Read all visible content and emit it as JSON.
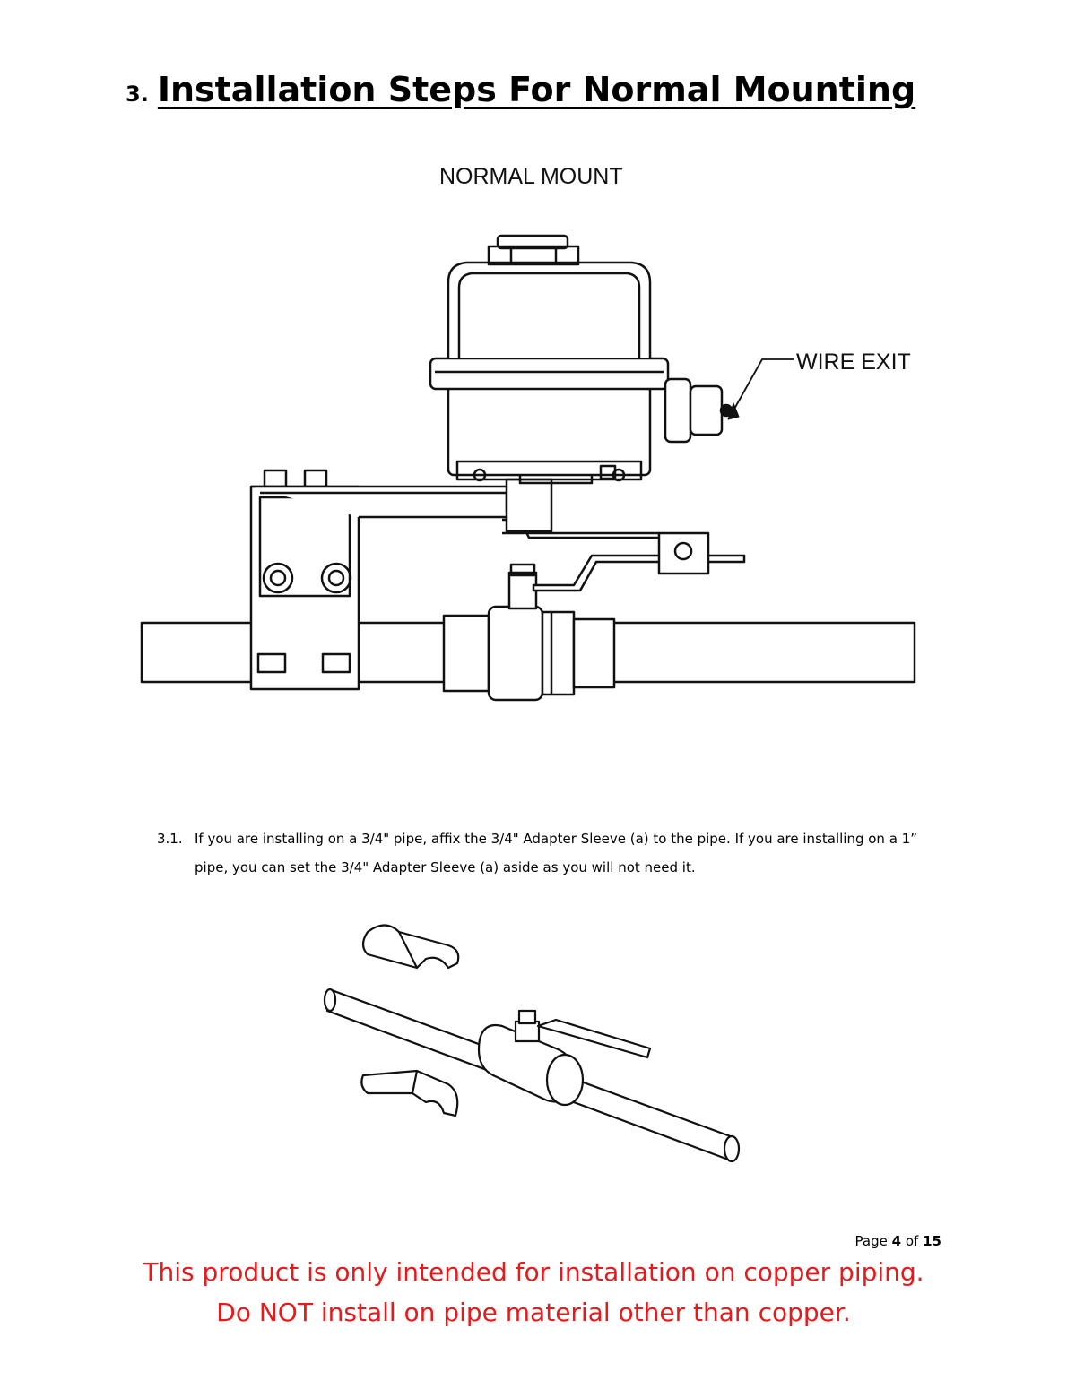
{
  "section": {
    "number": "3.",
    "title": "Installation Steps For Normal Mounting"
  },
  "figure1": {
    "title": "NORMAL MOUNT",
    "callout": "WIRE EXIT"
  },
  "step": {
    "number": "3.1.",
    "text": "If you are installing on a 3/4\" pipe, affix the 3/4\" Adapter Sleeve (a) to the pipe. If you are installing on a 1” pipe, you can set the 3/4\" Adapter Sleeve (a) aside as you will not need it."
  },
  "footer": {
    "page_prefix": "Page",
    "page_current": "4",
    "page_of": "of",
    "page_total": "15",
    "warning_line1": "This product is only intended for installation on copper piping.",
    "warning_line2": "Do NOT install on pipe material other than copper."
  },
  "colors": {
    "warning": "#e8191b",
    "line": "#111111"
  }
}
